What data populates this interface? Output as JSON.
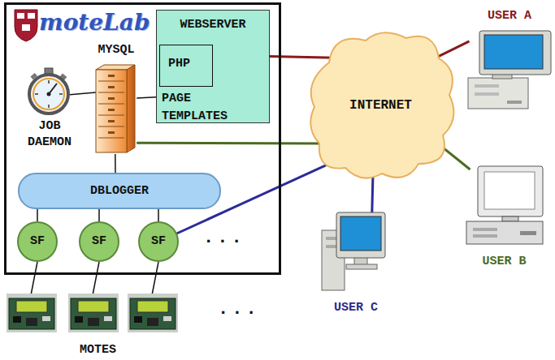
{
  "diagram": {
    "nodes": [
      {
        "text": [
          "moteLab"
        ]
      },
      {
        "text": [
          "WEBSERVER",
          "PAGE TEMPLATES"
        ],
        "in": 0
      },
      {
        "text": [
          "PHP"
        ],
        "in": 1
      },
      {
        "text": [
          "MYSQL"
        ],
        "in": 0
      },
      {
        "text": [
          "JOB DAEMON"
        ],
        "in": 0
      },
      {
        "text": [
          "DBLOGGER"
        ],
        "in": 0
      },
      {
        "text": [
          "SF"
        ],
        "in": 0
      },
      {
        "text": [
          "SF"
        ],
        "in": 0
      },
      {
        "text": [
          "SF"
        ],
        "in": 0
      },
      {
        "text": [
          "INTERNET"
        ]
      },
      {
        "text": [
          "USER A"
        ]
      },
      {
        "text": [
          "USER B"
        ]
      },
      {
        "text": [
          "USER C"
        ]
      }
    ],
    "edges": [
      {
        "from": 1,
        "to": 9,
        "arrow": "none"
      },
      {
        "from": 9,
        "to": 10,
        "arrow": "none"
      },
      {
        "from": 3,
        "to": 9,
        "arrow": "none"
      },
      {
        "from": 9,
        "to": 11,
        "arrow": "none"
      },
      {
        "from": 8,
        "to": 9,
        "arrow": "none"
      },
      {
        "from": 9,
        "to": 12,
        "arrow": "none"
      },
      {
        "from": 3,
        "to": 4,
        "arrow": "none"
      },
      {
        "from": 3,
        "to": 1,
        "arrow": "none"
      },
      {
        "from": 3,
        "to": 5,
        "arrow": "none"
      },
      {
        "from": 5,
        "to": 6,
        "arrow": "none"
      },
      {
        "from": 5,
        "to": 7,
        "arrow": "none"
      },
      {
        "from": 5,
        "to": 8,
        "arrow": "none"
      }
    ],
    "labels": [
      "...",
      "...",
      "MOTES"
    ]
  }
}
